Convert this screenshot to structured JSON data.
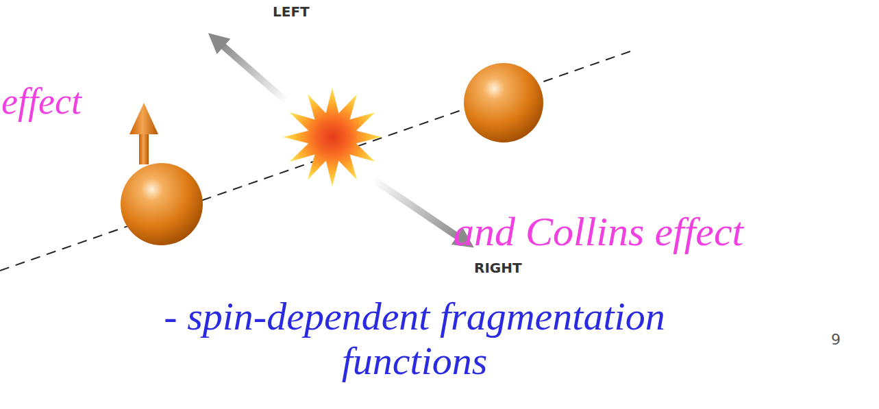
{
  "diagram": {
    "labels": [
      "LEFT",
      "effect",
      "and Collins effect",
      "RIGHT",
      "- spin-dependent fragmentation functions",
      "9"
    ]
  }
}
